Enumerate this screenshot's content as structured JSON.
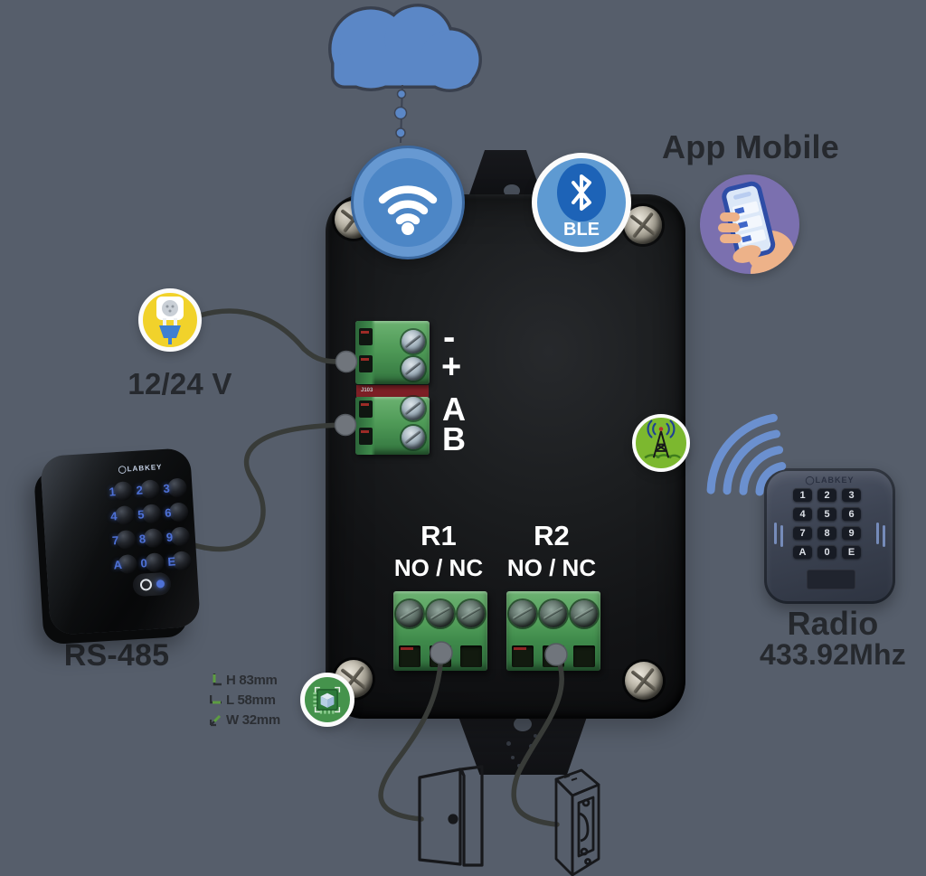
{
  "scene": {
    "background": "#565e6b"
  },
  "app_mobile": {
    "label": "App Mobile"
  },
  "ble": {
    "label": "BLE"
  },
  "power": {
    "label": "12/24 V"
  },
  "rs485": {
    "label": "RS-485",
    "brand": "LABKEY",
    "logo_glyph": "◯",
    "keys": [
      "1",
      "2",
      "3",
      "4",
      "5",
      "6",
      "7",
      "8",
      "9",
      "A",
      "0",
      "E"
    ]
  },
  "radio": {
    "label": "Radio",
    "frequency": "433.92Mhz",
    "brand": "LABKEY",
    "logo_glyph": "◯",
    "keys": [
      "1",
      "2",
      "3",
      "4",
      "5",
      "6",
      "7",
      "8",
      "9",
      "A",
      "0",
      "E"
    ]
  },
  "device": {
    "terminals": {
      "minus": "-",
      "plus": "+",
      "a": "A",
      "b": "B",
      "pcb_label": "J103"
    },
    "relays": {
      "r1": "R1",
      "r2": "R2",
      "contacts": "NO / NC"
    }
  },
  "dimensions": {
    "height": "H 83mm",
    "length": "L 58mm",
    "width": "W 32mm"
  },
  "colors": {
    "background": "#565e6b",
    "cloud_blue": "#5b87c6",
    "wifi_blue": "#4c86c6",
    "ble_blue": "#5e9ad2",
    "app_purple": "#7b70af",
    "power_yellow": "#f1d22b",
    "radio_green": "#7cb82f",
    "chip_green": "#45934c",
    "terminal_green": "#4f9a57",
    "text_dark": "#26292e",
    "wire_gray": "#383b38",
    "signal_arc_blue": "#6b90cf"
  }
}
